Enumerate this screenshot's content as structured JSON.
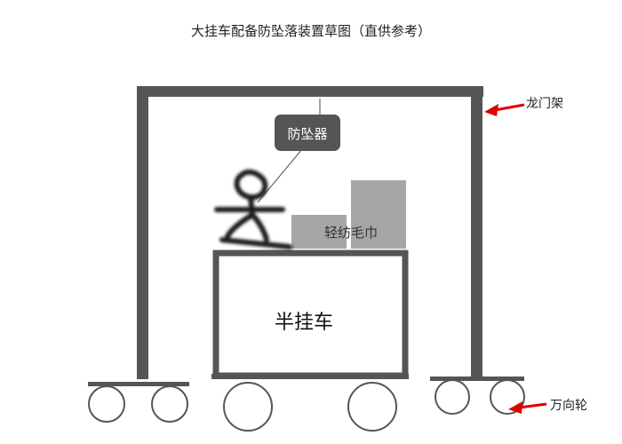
{
  "title": "大挂车配备防坠落装置草图（直供参考）",
  "labels": {
    "gantry": "龙门架",
    "fall_arrester": "防坠器",
    "cargo": "轻纺毛巾",
    "trailer": "半挂车",
    "casters": "万向轮"
  },
  "colors": {
    "frame": "#555555",
    "cargo": "#a6a6a6",
    "arrow": "#e00000",
    "pill": "#555555",
    "figure": "#222222"
  },
  "icons": {
    "person": "stick-figure-icon",
    "arrow": "red-left-arrow-icon"
  }
}
